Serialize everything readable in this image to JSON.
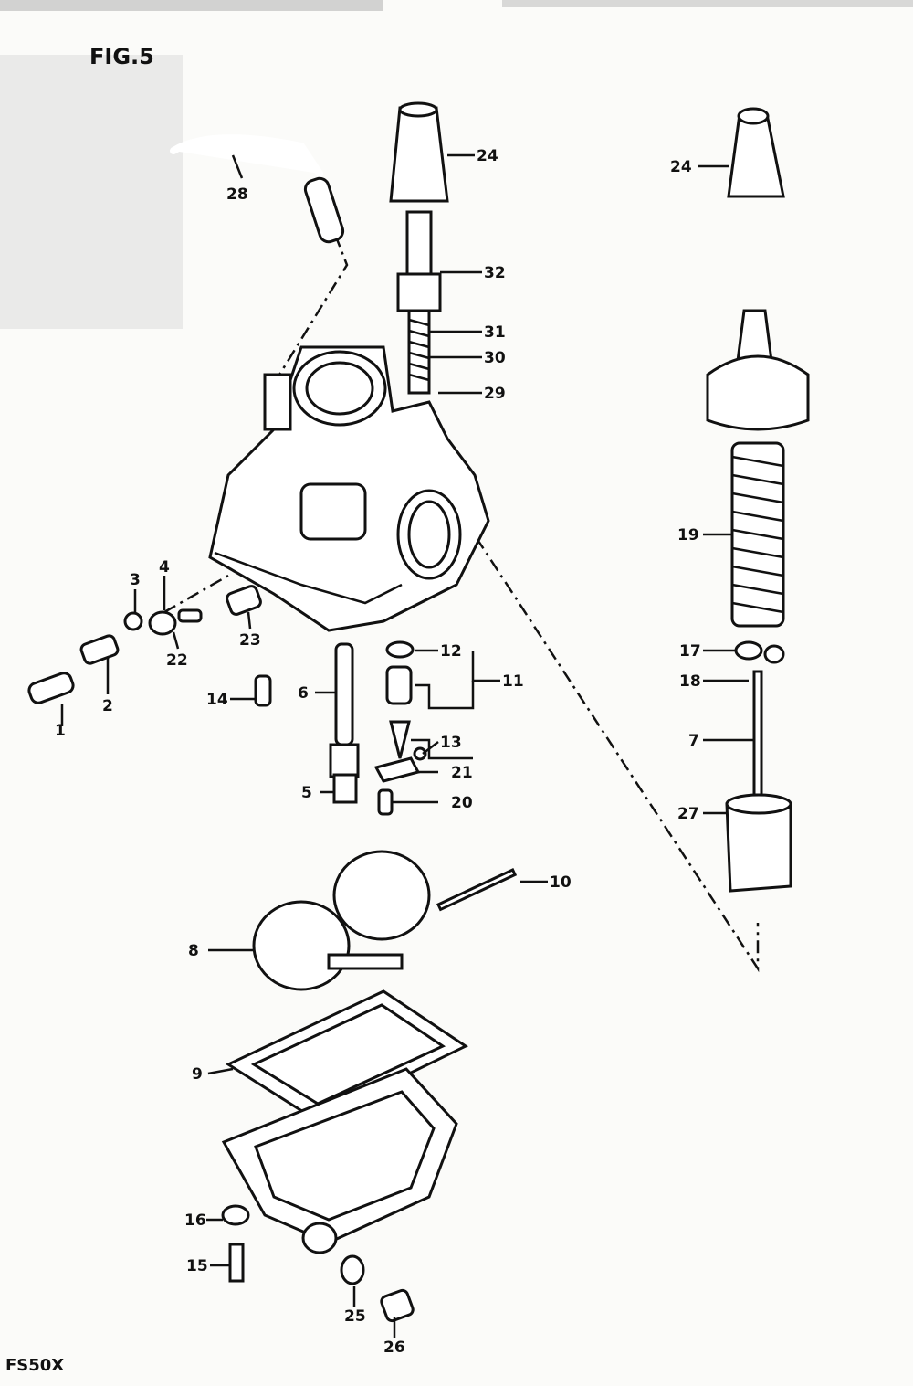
{
  "figure_title": "FIG.5",
  "model": "FS50X",
  "callouts": [
    "1",
    "2",
    "3",
    "4",
    "5",
    "6",
    "7",
    "8",
    "9",
    "10",
    "11",
    "12",
    "13",
    "14",
    "15",
    "16",
    "17",
    "18",
    "19",
    "20",
    "21",
    "22",
    "23",
    "24",
    "24",
    "25",
    "26",
    "27",
    "28",
    "29",
    "30",
    "31",
    "32"
  ]
}
